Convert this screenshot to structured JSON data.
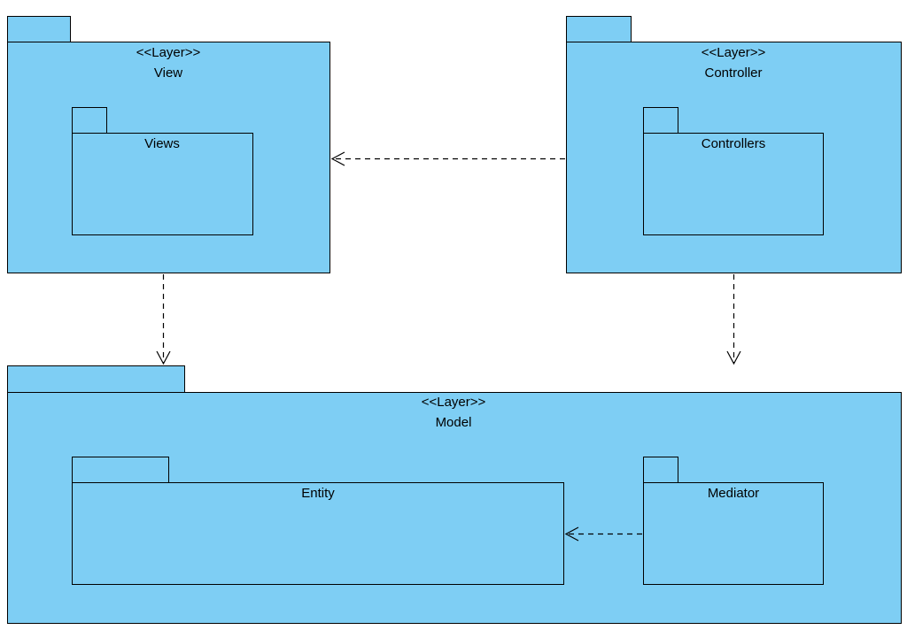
{
  "colors": {
    "package_fill": "#7ECEF4",
    "stroke": "#000000",
    "background": "#FFFFFF"
  },
  "packages": {
    "view": {
      "stereotype": "<<Layer>>",
      "name": "View"
    },
    "controller": {
      "stereotype": "<<Layer>>",
      "name": "Controller"
    },
    "model": {
      "stereotype": "<<Layer>>",
      "name": "Model"
    },
    "views": {
      "name": "Views"
    },
    "controllers": {
      "name": "Controllers"
    },
    "entity": {
      "name": "Entity"
    },
    "mediator": {
      "name": "Mediator"
    }
  },
  "dependencies": [
    {
      "from": "controller",
      "to": "view",
      "type": "dependency"
    },
    {
      "from": "view",
      "to": "model",
      "type": "dependency"
    },
    {
      "from": "controller",
      "to": "model",
      "type": "dependency"
    },
    {
      "from": "mediator",
      "to": "entity",
      "type": "dependency"
    }
  ]
}
